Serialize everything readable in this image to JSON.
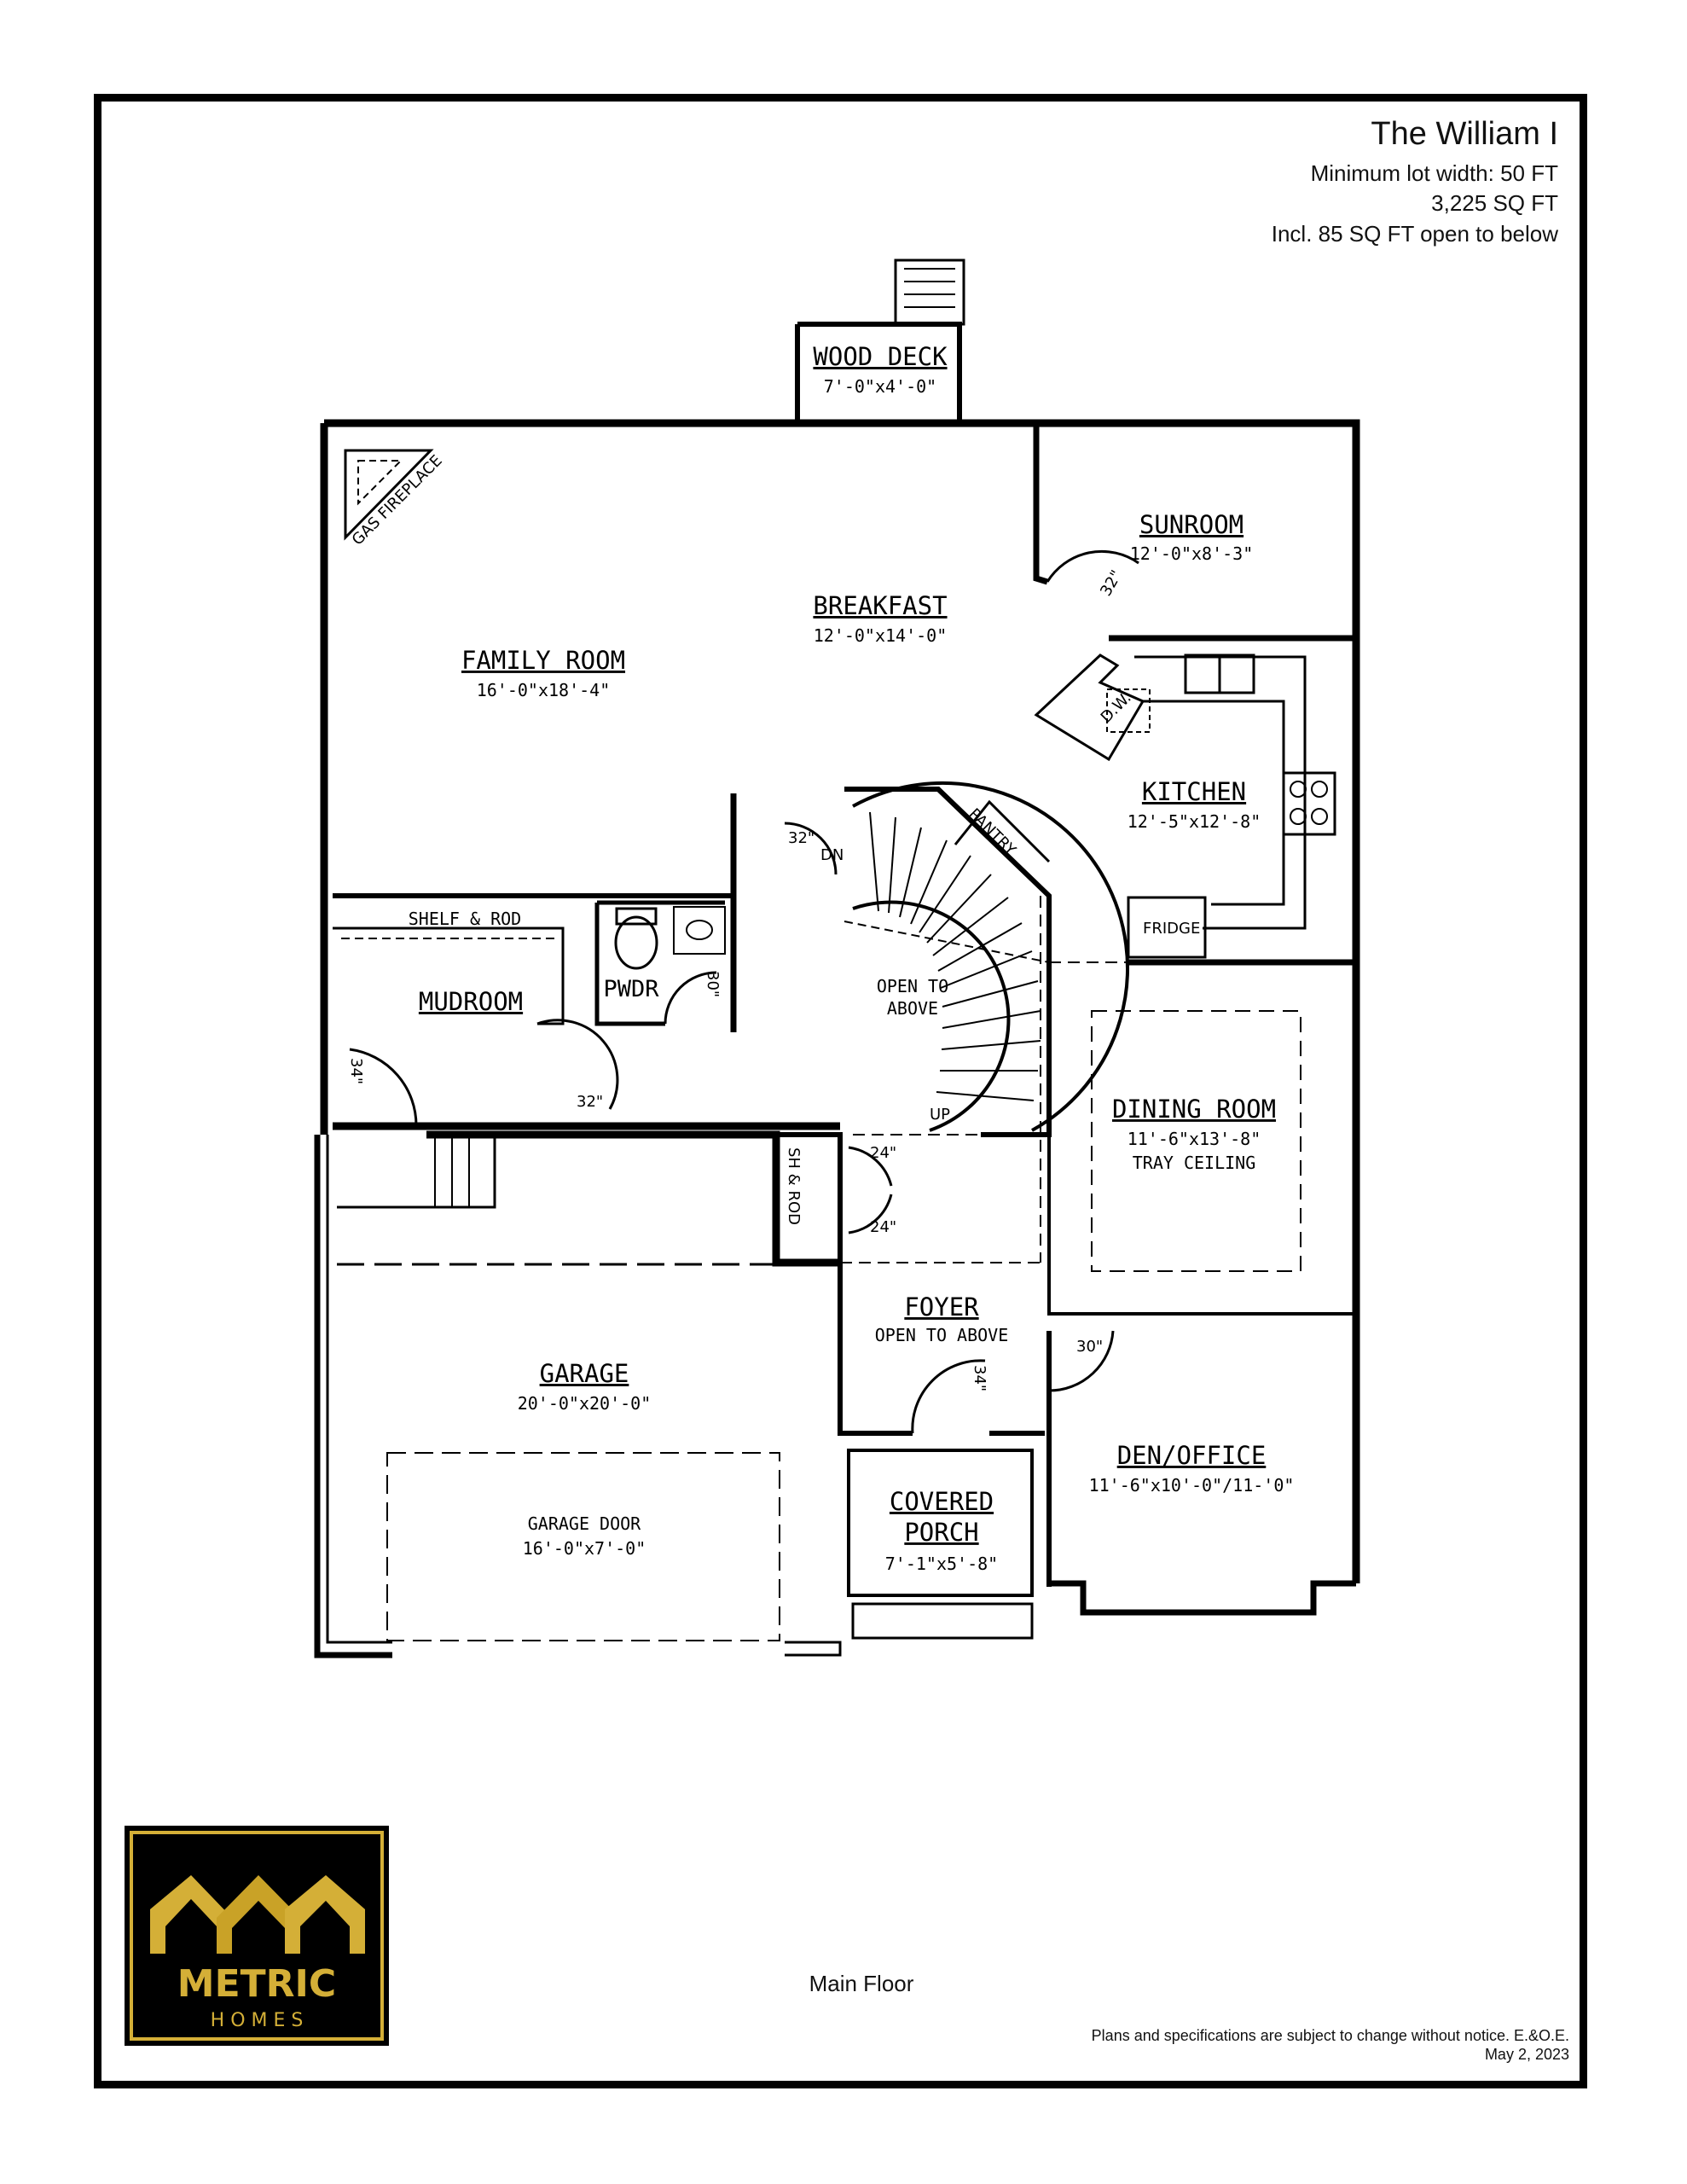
{
  "header": {
    "title": "The William I",
    "lot_width": "Minimum lot width: 50 FT",
    "area": "3,225 SQ FT",
    "open_note": "Incl. 85 SQ FT open to below"
  },
  "rooms": {
    "wood_deck": {
      "name": "WOOD DECK",
      "dims": "7'-0\"x4'-0\""
    },
    "sunroom": {
      "name": "SUNROOM",
      "dims": "12'-0\"x8'-3\""
    },
    "breakfast": {
      "name": "BREAKFAST",
      "dims": "12'-0\"x14'-0\""
    },
    "family_room": {
      "name": "FAMILY ROOM",
      "dims": "16'-0\"x18'-4\""
    },
    "kitchen": {
      "name": "KITCHEN",
      "dims": "12'-5\"x12'-8\""
    },
    "mudroom": {
      "name": "MUDROOM"
    },
    "powder": {
      "name": "PWDR"
    },
    "dining_room": {
      "name": "DINING ROOM",
      "dims": "11'-6\"x13'-8\"",
      "note": "TRAY CEILING"
    },
    "foyer": {
      "name": "FOYER",
      "note": "OPEN TO ABOVE"
    },
    "garage": {
      "name": "GARAGE",
      "dims": "20'-0\"x20'-0\"",
      "door_label": "GARAGE DOOR",
      "door_dims": "16'-0\"x7'-0\""
    },
    "covered_porch": {
      "name_line1": "COVERED",
      "name_line2": "PORCH",
      "dims": "7'-1\"x5'-8\""
    },
    "den_office": {
      "name": "DEN/OFFICE",
      "dims": "11'-6\"x10'-0\"/11-'0\""
    }
  },
  "labels": {
    "gas_fireplace": "GAS FIREPLACE",
    "pantry": "PANTRY",
    "dishwasher": "D.W.",
    "fridge": "FRIDGE",
    "shelf_rod": "SHELF & ROD",
    "sh_rod": "SH & ROD",
    "stair_down": "DN",
    "stair_up": "UP",
    "open_to_above_1": "OPEN TO",
    "open_to_above_2": "ABOVE",
    "door_32a": "32\"",
    "door_32b": "32\"",
    "door_32c": "32\"",
    "door_30a": "30\"",
    "door_30b": "30\"",
    "door_34a": "34\"",
    "door_34b": "34\"",
    "door_24a": "24\"",
    "door_24b": "24\""
  },
  "footer": {
    "caption": "Main Floor",
    "disclaimer": "Plans and specifications are subject to change without notice. E.&O.E.",
    "date": "May 2, 2023"
  },
  "logo": {
    "line1": "METRIC",
    "line2": "H O M E S",
    "gold": "#D4AF37",
    "background": "#000000"
  }
}
